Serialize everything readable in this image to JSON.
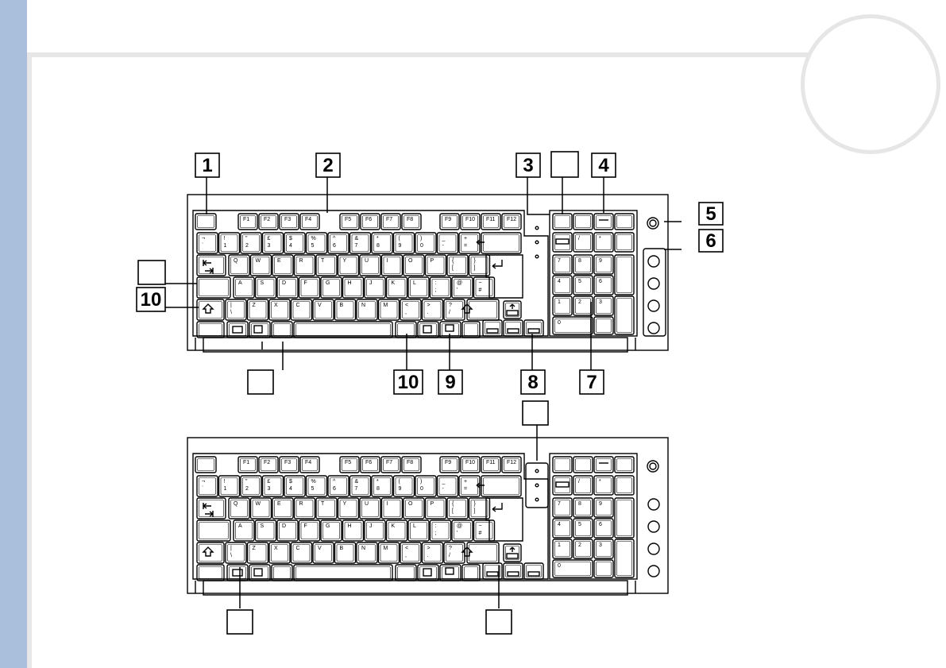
{
  "colors": {
    "sidebar": "#a9bfdb",
    "rule": "#e6e6e6",
    "line": "#000000"
  },
  "keyboard_top": {
    "callouts": [
      {
        "id": "callout-1",
        "label": "1"
      },
      {
        "id": "callout-2",
        "label": "2"
      },
      {
        "id": "callout-3",
        "label": "3"
      },
      {
        "id": "callout-blank-a",
        "label": ""
      },
      {
        "id": "callout-4",
        "label": "4"
      },
      {
        "id": "callout-5",
        "label": "5"
      },
      {
        "id": "callout-6",
        "label": "6"
      },
      {
        "id": "callout-blank-b",
        "label": ""
      },
      {
        "id": "callout-10-left",
        "label": "10"
      },
      {
        "id": "callout-blank-c",
        "label": ""
      },
      {
        "id": "callout-10-bottom",
        "label": "10"
      },
      {
        "id": "callout-9",
        "label": "9"
      },
      {
        "id": "callout-8",
        "label": "8"
      },
      {
        "id": "callout-7",
        "label": "7"
      }
    ]
  },
  "keyboard_bottom": {
    "callouts": [
      {
        "id": "callout-blank-d",
        "label": ""
      },
      {
        "id": "callout-blank-e",
        "label": ""
      },
      {
        "id": "callout-blank-f",
        "label": ""
      }
    ]
  },
  "keys": {
    "row1": [
      "¬ `",
      "! 1",
      "\" 2",
      "£ 3",
      "$ 4",
      "% 5",
      "^ 6",
      "& 7",
      "* 8",
      "( 9",
      ") 0",
      "_ -",
      "+ ="
    ],
    "row2": [
      "Q",
      "W",
      "E",
      "R",
      "T",
      "Y",
      "U",
      "I",
      "O",
      "P",
      "{ [",
      "} ]"
    ],
    "row3": [
      "A",
      "S",
      "D",
      "F",
      "G",
      "H",
      "J",
      "K",
      "L",
      ": ;",
      "@ '",
      "~ #"
    ],
    "row4": [
      "| \\",
      "Z",
      "X",
      "C",
      "V",
      "B",
      "N",
      "M",
      "< ,",
      "> .",
      "? /"
    ],
    "fkeys": [
      "F1",
      "F2",
      "F3",
      "F4",
      "F5",
      "F6",
      "F7",
      "F8",
      "F9",
      "F10",
      "F11",
      "F12"
    ],
    "numpad": [
      "7",
      "8",
      "9",
      "4",
      "5",
      "6",
      "1",
      "2",
      "3",
      "0"
    ]
  }
}
